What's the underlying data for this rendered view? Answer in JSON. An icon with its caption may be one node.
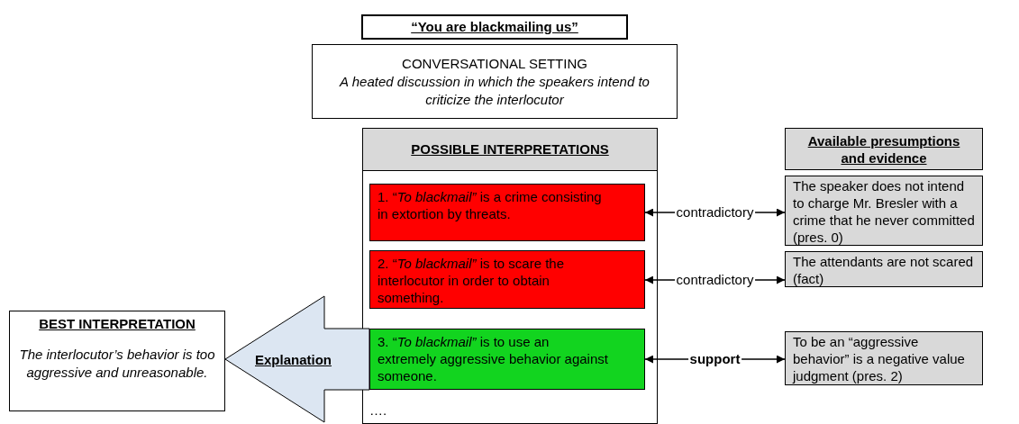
{
  "diagram": {
    "nodes": [
      {
        "text": [
          "“You are blackmailing us”"
        ]
      },
      {
        "text": [
          "CONVERSATIONAL SETTING",
          "A heated discussion in which the speakers intend to criticize the interlocutor"
        ]
      },
      {
        "text": [
          "POSSIBLE INTERPRETATIONS",
          "…."
        ]
      },
      {
        "text": [
          "1. “*To blackmail”* is a crime consisting in extortion by threats."
        ],
        "in": 2
      },
      {
        "text": [
          "2. “*To blackmail”* is to scare the interlocutor in order to obtain something."
        ],
        "in": 2
      },
      {
        "text": [
          "3. “*To blackmail”* is to use an extremely aggressive behavior against someone."
        ],
        "in": 2
      },
      {
        "text": [
          "Available presumptions and evidence"
        ]
      },
      {
        "text": [
          "The speaker does not intend to charge Mr. Bresler with a crime that he never committed (pres. 0)"
        ]
      },
      {
        "text": [
          "The attendants are not scared (fact)"
        ]
      },
      {
        "text": [
          "To be an “aggressive behavior” is a negative value judgment (pres. 2)"
        ]
      },
      {
        "text": [
          "BEST INTERPRETATION",
          "The interlocutor’s behavior is too aggressive and unreasonable."
        ]
      }
    ],
    "edges": [
      {
        "from": 3,
        "to": 7,
        "arrow": "both",
        "label": "contradictory"
      },
      {
        "from": 4,
        "to": 8,
        "arrow": "both",
        "label": "contradictory"
      },
      {
        "from": 5,
        "to": 9,
        "arrow": "both",
        "label": "support"
      },
      {
        "from": 5,
        "to": 10,
        "arrow": "to",
        "label": "Explanation",
        "style": "thick",
        "color": "#dce6f2"
      }
    ]
  }
}
